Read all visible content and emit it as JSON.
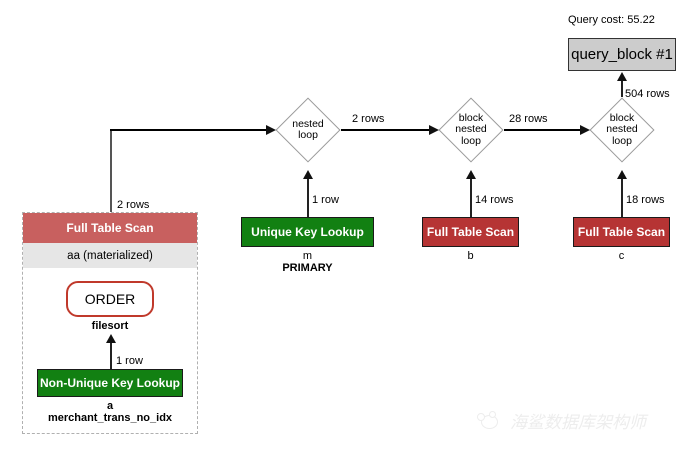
{
  "diagram": {
    "title_note": "Query cost: 55.22",
    "query_block": {
      "label": "query_block #1"
    },
    "nodes": {
      "nested_loop_1": {
        "line1": "nested",
        "line2": "loop"
      },
      "block_nested_loop_1": {
        "line1": "block",
        "line2": "nested",
        "line3": "loop"
      },
      "block_nested_loop_2": {
        "line1": "block",
        "line2": "nested",
        "line3": "loop"
      },
      "full_table_scan_aa": {
        "title": "Full Table Scan",
        "subtitle": "aa (materialized)"
      },
      "order_filesort": {
        "title": "ORDER",
        "caption": "filesort"
      },
      "non_unique_key_lookup_a": {
        "title": "Non-Unique Key Lookup",
        "caption_line1": "a",
        "caption_line2": "merchant_trans_no_idx"
      },
      "unique_key_lookup_m": {
        "title": "Unique Key Lookup",
        "caption_line1": "m",
        "caption_line2": "PRIMARY"
      },
      "full_table_scan_b": {
        "title": "Full Table Scan",
        "caption_line1": "b"
      },
      "full_table_scan_c": {
        "title": "Full Table Scan",
        "caption_line1": "c"
      }
    },
    "edge_labels": {
      "aa_to_nested_loop": "2 rows",
      "nested_loop_to_block1": "2 rows",
      "unique_key_lookup_to_nested_loop": "1 row",
      "block1_to_block2": "28 rows",
      "full_table_scan_b_to_block1": "14 rows",
      "block2_to_query_block": "504 rows",
      "full_table_scan_c_to_block2": "18 rows",
      "non_unique_to_order": "1 row"
    },
    "colors": {
      "scan_red_dark": "#b63434",
      "scan_red_soft": "#c8605f",
      "lookup_green": "#128012",
      "query_block_gray": "#cccccc",
      "subtitle_gray": "#e6e6e6",
      "filesort_border_red": "#c0392b",
      "diamond_border_gray": "#9a9a9a"
    }
  },
  "watermark": {
    "text": "海鲨数据库架构师",
    "icon": "shark-logo-icon"
  }
}
